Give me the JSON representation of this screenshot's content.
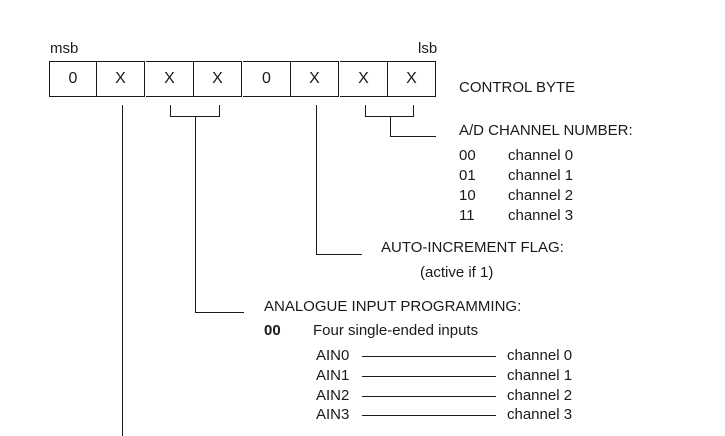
{
  "register": {
    "msb_label": "msb",
    "lsb_label": "lsb",
    "bits": [
      "0",
      "X",
      "X",
      "X",
      "0",
      "X",
      "X",
      "X"
    ],
    "caption": "CONTROL BYTE"
  },
  "channel_number": {
    "title": "A/D CHANNEL NUMBER:",
    "rows": [
      {
        "code": "00",
        "channel": "channel 0"
      },
      {
        "code": "01",
        "channel": "channel 1"
      },
      {
        "code": "10",
        "channel": "channel 2"
      },
      {
        "code": "11",
        "channel": "channel 3"
      }
    ]
  },
  "auto_increment": {
    "title": "AUTO-INCREMENT FLAG:",
    "note": "(active if 1)"
  },
  "analogue_input": {
    "title": "ANALOGUE INPUT PROGRAMMING:",
    "mode_code": "00",
    "mode_desc": "Four single-ended inputs",
    "mapping": [
      {
        "input": "AIN0",
        "channel": "channel 0"
      },
      {
        "input": "AIN1",
        "channel": "channel 1"
      },
      {
        "input": "AIN2",
        "channel": "channel 2"
      },
      {
        "input": "AIN3",
        "channel": "channel 3"
      }
    ]
  }
}
